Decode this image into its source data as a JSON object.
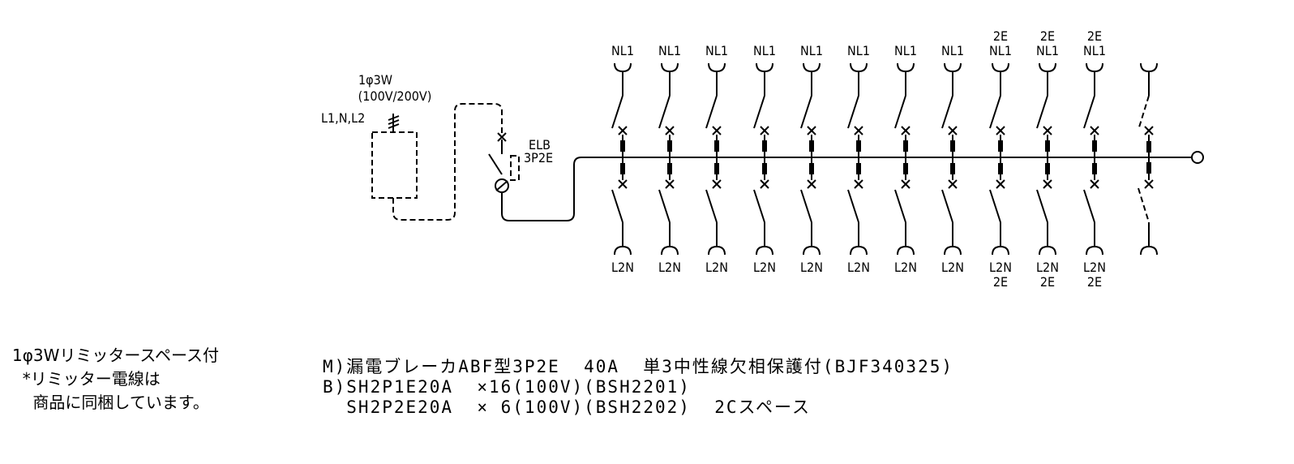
{
  "supply": {
    "phase": "1φ3W",
    "voltage": "(100V/200V)",
    "lines": "L1,N,L2"
  },
  "main_breaker": {
    "type_line1": "ELB",
    "type_line2": "3P2E"
  },
  "branches": [
    {
      "top": "NL1",
      "top_sub": "",
      "bottom": "L2N",
      "bottom_sub": ""
    },
    {
      "top": "NL1",
      "top_sub": "",
      "bottom": "L2N",
      "bottom_sub": ""
    },
    {
      "top": "NL1",
      "top_sub": "",
      "bottom": "L2N",
      "bottom_sub": ""
    },
    {
      "top": "NL1",
      "top_sub": "",
      "bottom": "L2N",
      "bottom_sub": ""
    },
    {
      "top": "NL1",
      "top_sub": "",
      "bottom": "L2N",
      "bottom_sub": ""
    },
    {
      "top": "NL1",
      "top_sub": "",
      "bottom": "L2N",
      "bottom_sub": ""
    },
    {
      "top": "NL1",
      "top_sub": "",
      "bottom": "L2N",
      "bottom_sub": ""
    },
    {
      "top": "NL1",
      "top_sub": "",
      "bottom": "L2N",
      "bottom_sub": ""
    },
    {
      "top": "NL1",
      "top_sub": "2E",
      "bottom": "L2N",
      "bottom_sub": "2E"
    },
    {
      "top": "NL1",
      "top_sub": "2E",
      "bottom": "L2N",
      "bottom_sub": "2E"
    },
    {
      "top": "NL1",
      "top_sub": "2E",
      "bottom": "L2N",
      "bottom_sub": "2E"
    }
  ],
  "notes_left": {
    "line1": "1φ3Wリミッタースペース付",
    "line2": "  *リミッター電線は",
    "line3": "    商品に同梱しています。"
  },
  "notes_spec": {
    "line1": "M)漏電ブレーカABF型3P2E  40A  単3中性線欠相保護付(BJF340325)",
    "line2": "B)SH2P1E20A  ×16(100V)(BSH2201)",
    "line3": "  SH2P2E20A  × 6(100V)(BSH2202)  2Cスペース"
  }
}
